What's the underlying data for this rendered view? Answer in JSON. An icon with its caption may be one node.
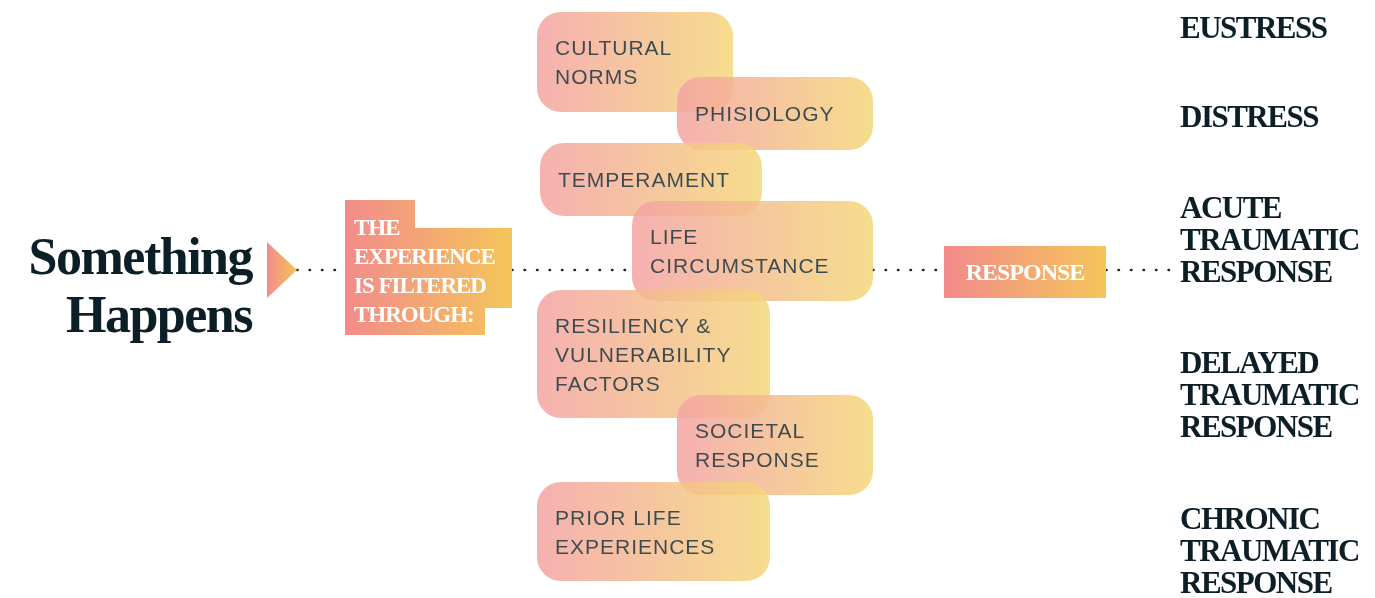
{
  "diagram": {
    "nodes": [
      {
        "text": [
          "Something Happens"
        ]
      },
      {
        "text": [],
        "shape": "triangle"
      },
      {
        "text": [
          "THE EXPERIENCE IS FILTERED THROUGH:"
        ]
      },
      {
        "text": [
          "CULTURAL NORMS"
        ]
      },
      {
        "text": [
          "PHISIOLOGY"
        ]
      },
      {
        "text": [
          "TEMPERAMENT"
        ]
      },
      {
        "text": [
          "LIFE CIRCUMSTANCE"
        ]
      },
      {
        "text": [
          "RESILIENCY & VULNERABILITY FACTORS"
        ]
      },
      {
        "text": [
          "SOCIETAL RESPONSE"
        ]
      },
      {
        "text": [
          "PRIOR LIFE EXPERIENCES"
        ]
      },
      {
        "text": [
          "RESPONSE"
        ]
      },
      {
        "text": [
          "EUSTRESS"
        ]
      },
      {
        "text": [
          "DISTRESS"
        ]
      },
      {
        "text": [
          "ACUTE TRAUMATIC RESPONSE"
        ]
      },
      {
        "text": [
          "DELAYED TRAUMATIC RESPONSE"
        ]
      },
      {
        "text": [
          "CHRONIC TRAUMATIC RESPONSE"
        ]
      }
    ],
    "edges": [
      {
        "from": 1,
        "to": 2,
        "arrow": "none",
        "style": "dashed"
      },
      {
        "from": 2,
        "to": 6,
        "arrow": "none",
        "style": "dashed"
      },
      {
        "from": 6,
        "to": 10,
        "arrow": "none",
        "style": "dashed"
      },
      {
        "from": 10,
        "to": 13,
        "arrow": "none",
        "style": "dashed"
      }
    ]
  }
}
